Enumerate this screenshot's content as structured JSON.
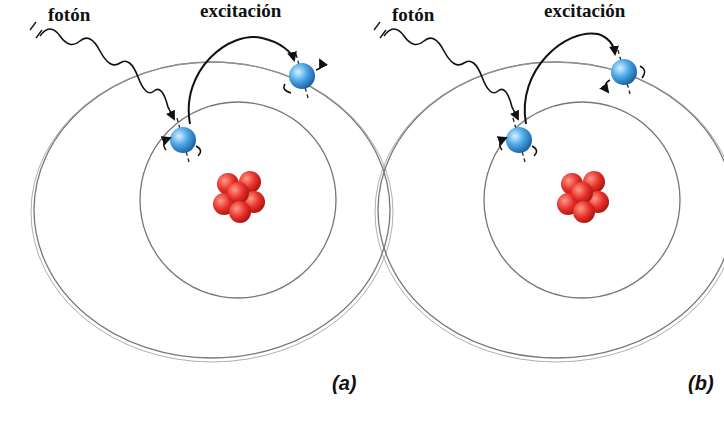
{
  "diagram": {
    "labels": [
      "fotón",
      "excitación",
      "fotón",
      "excitación",
      "(a)",
      "(b)"
    ]
  }
}
